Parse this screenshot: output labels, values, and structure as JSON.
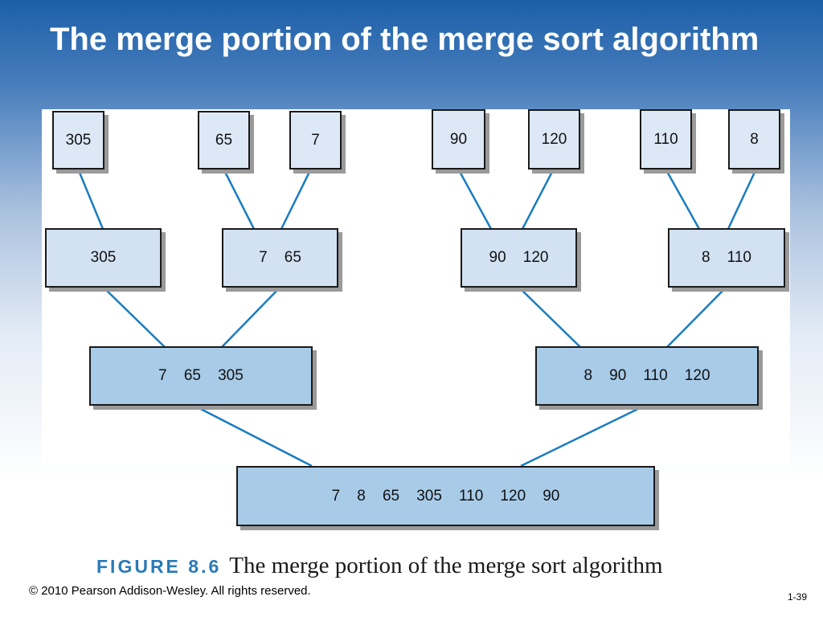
{
  "slide": {
    "title": "The merge portion of the merge sort algorithm",
    "footer_copyright": "© 2010 Pearson Addison-Wesley. All rights reserved.",
    "page_number": "1-39"
  },
  "figure": {
    "caption_label": "FIGURE 8.6",
    "caption_text": "The merge portion of the merge sort algorithm"
  },
  "tree": {
    "level0": [
      "305",
      "65",
      "7",
      "90",
      "120",
      "110",
      "8"
    ],
    "level1": [
      "305",
      "7    65",
      "90    120",
      "8    110"
    ],
    "level2": [
      "7    65    305",
      "8    90    110    120"
    ],
    "level3": [
      "7    8    65    305    110    120    90"
    ]
  },
  "colors": {
    "connector": "#1a7cc0",
    "leaf_fill": "#dde8f6",
    "merged_fill": "#a8cbe8",
    "caption_label": "#2a7ab8"
  }
}
